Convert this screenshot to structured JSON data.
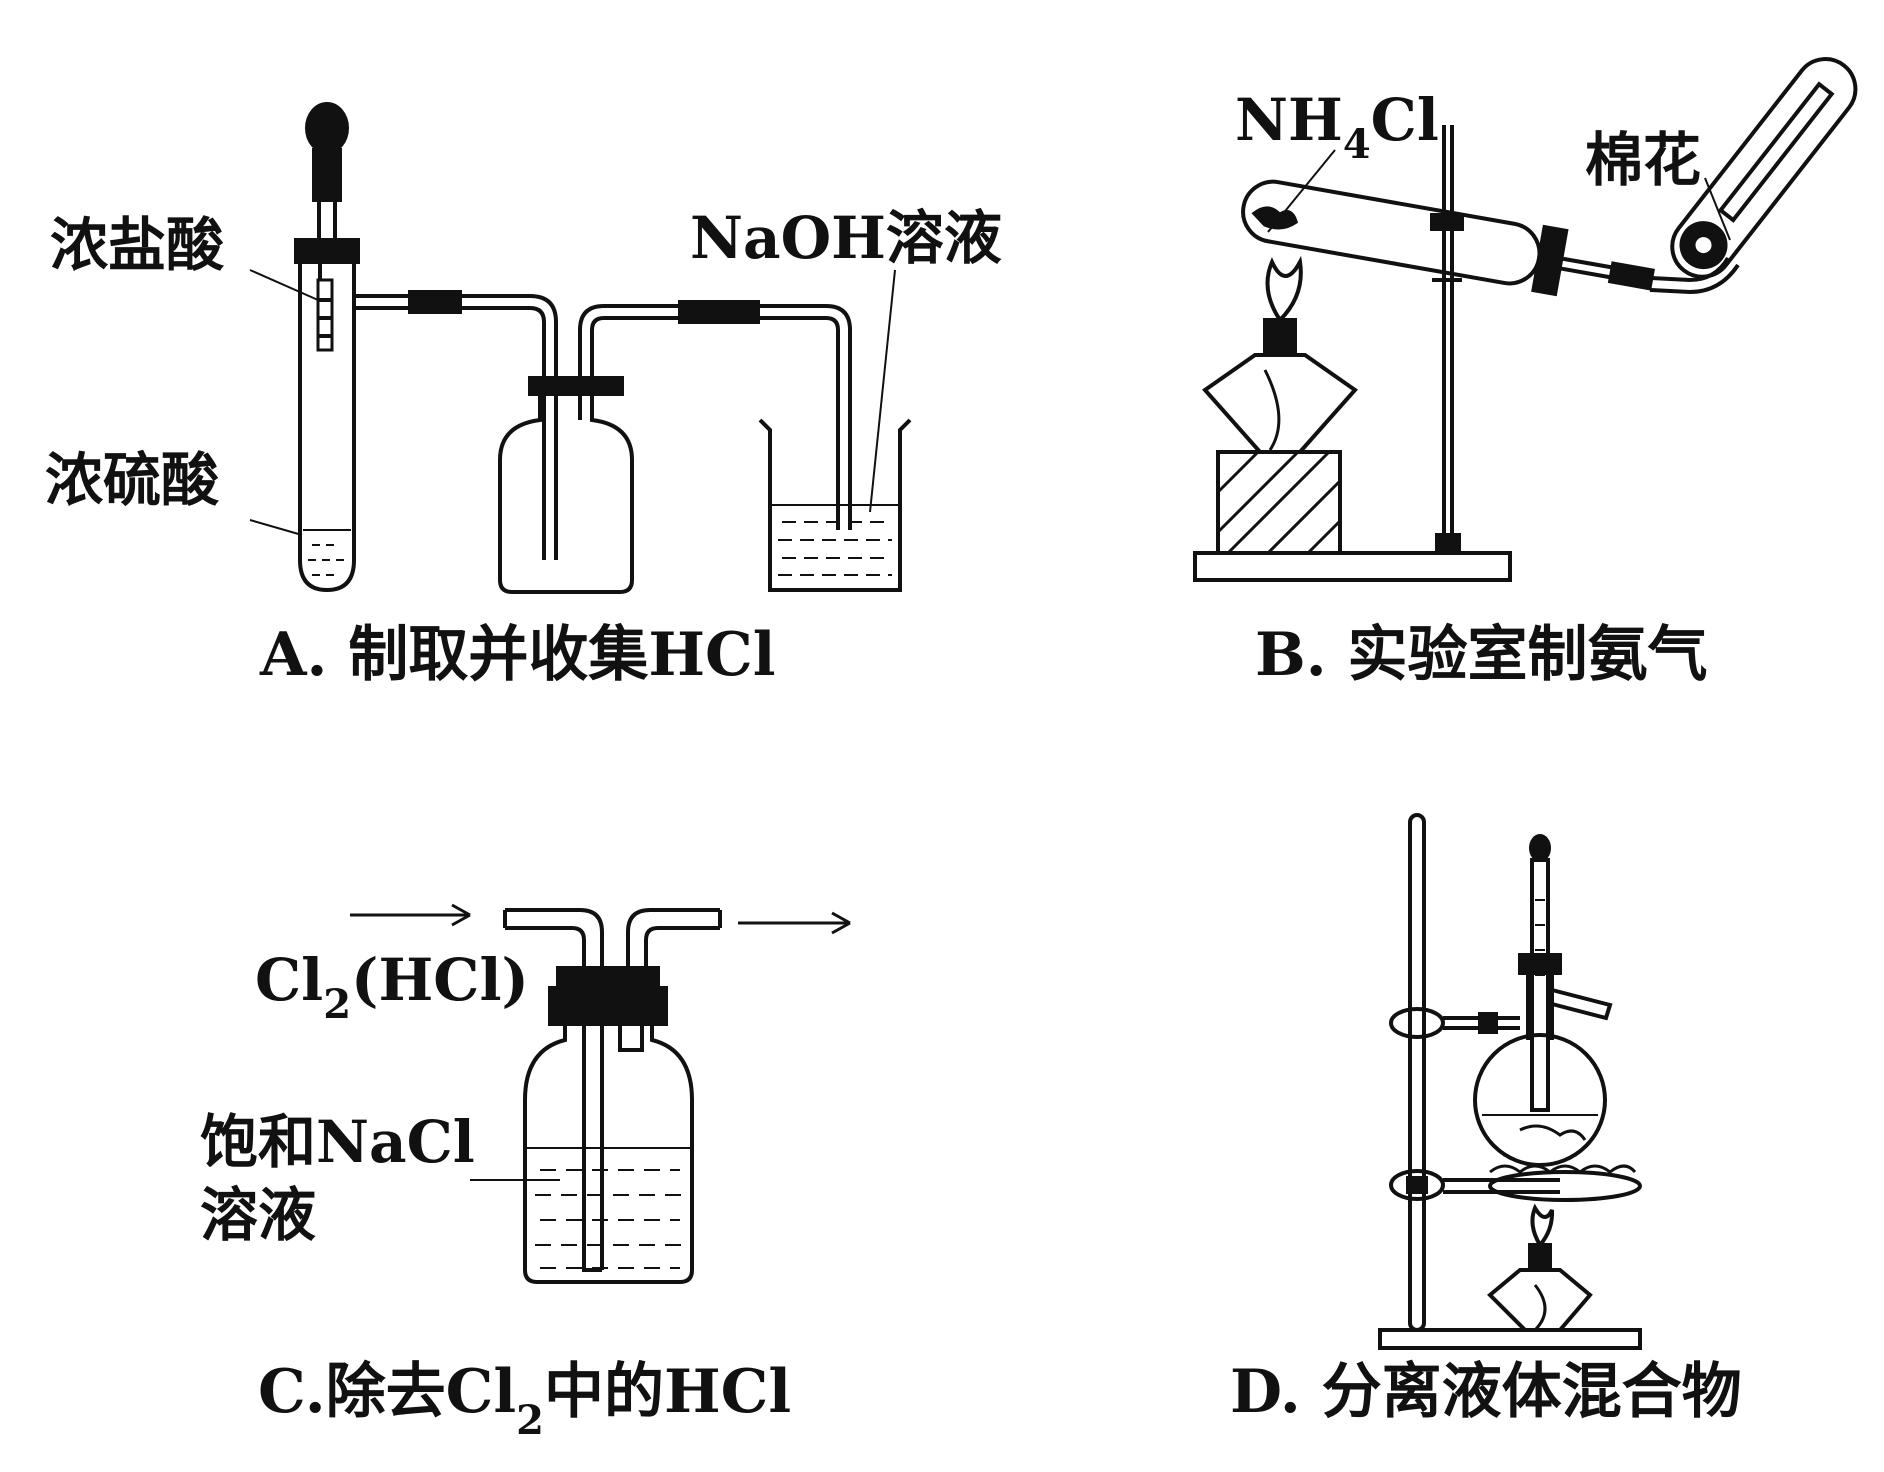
{
  "panels": [
    {
      "id": "A",
      "caption": "A. 制取并收集HCl",
      "labels": {
        "left_top": "浓盐酸",
        "left_bottom": "浓硫酸",
        "right_top": "NaOH溶液"
      }
    },
    {
      "id": "B",
      "caption": "B. 实验室制氨气",
      "labels": {
        "reagent_main": "NH",
        "reagent_sub": "4",
        "reagent_tail": "Cl",
        "cotton": "棉花"
      }
    },
    {
      "id": "C",
      "caption_main": "C.除去Cl",
      "caption_sub": "2",
      "caption_tail": "中的HCl",
      "labels": {
        "gas_main": "Cl",
        "gas_sub": "2",
        "gas_tail": "(HCl)",
        "solution_line1": "饱和NaCl",
        "solution_line2": "溶液"
      }
    },
    {
      "id": "D",
      "caption": "D. 分离液体混合物"
    }
  ]
}
